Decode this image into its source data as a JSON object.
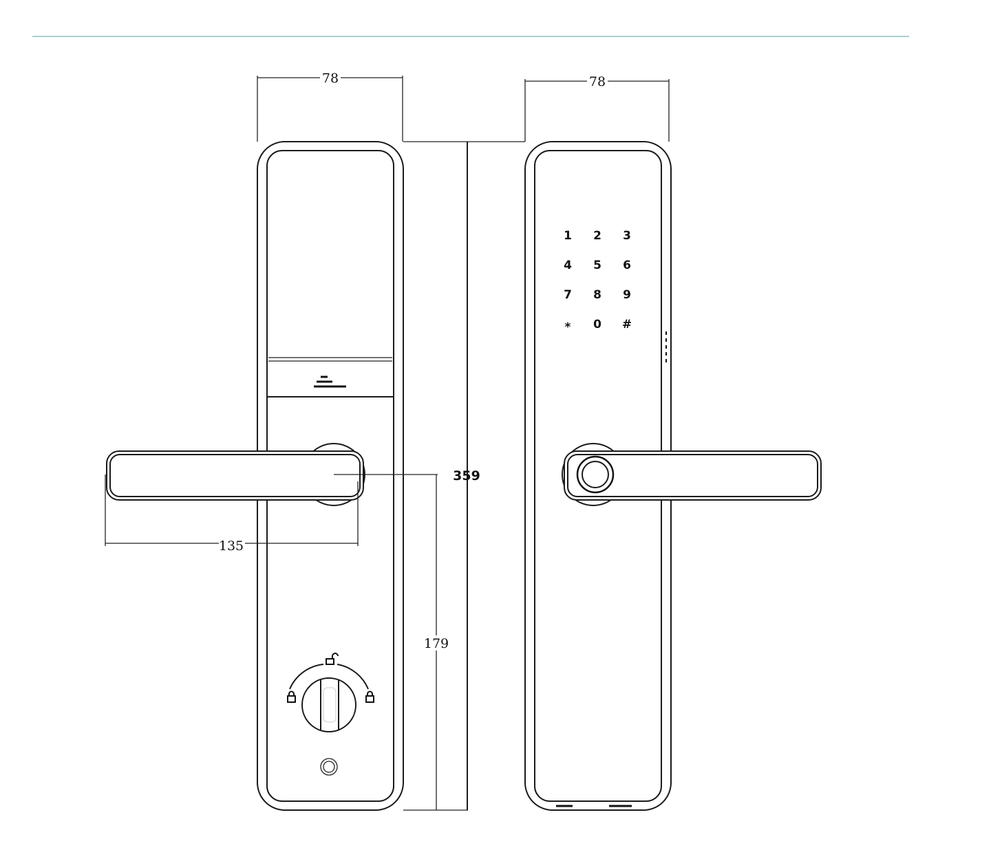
{
  "drawing": {
    "accent_line_color": "#a9cfcf",
    "dimensions": {
      "front_width": "78",
      "back_width": "78",
      "total_height": "359",
      "handle_length": "135",
      "handle_height_from_bottom": "179"
    },
    "keypad": {
      "keys": [
        "1",
        "2",
        "3",
        "4",
        "5",
        "6",
        "7",
        "8",
        "9",
        "*",
        "0",
        "#"
      ]
    }
  }
}
